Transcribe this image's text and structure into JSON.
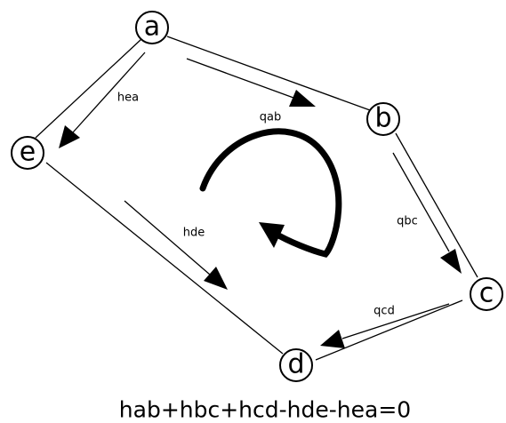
{
  "nodes": {
    "a": "a",
    "b": "b",
    "c": "c",
    "d": "d",
    "e": "e"
  },
  "flows": {
    "qab": "qab",
    "qbc": "qbc",
    "qcd": "qcd",
    "hde": "hde",
    "hea": "hea"
  },
  "equation": "hab+hbc+hcd-hde-hea=0"
}
